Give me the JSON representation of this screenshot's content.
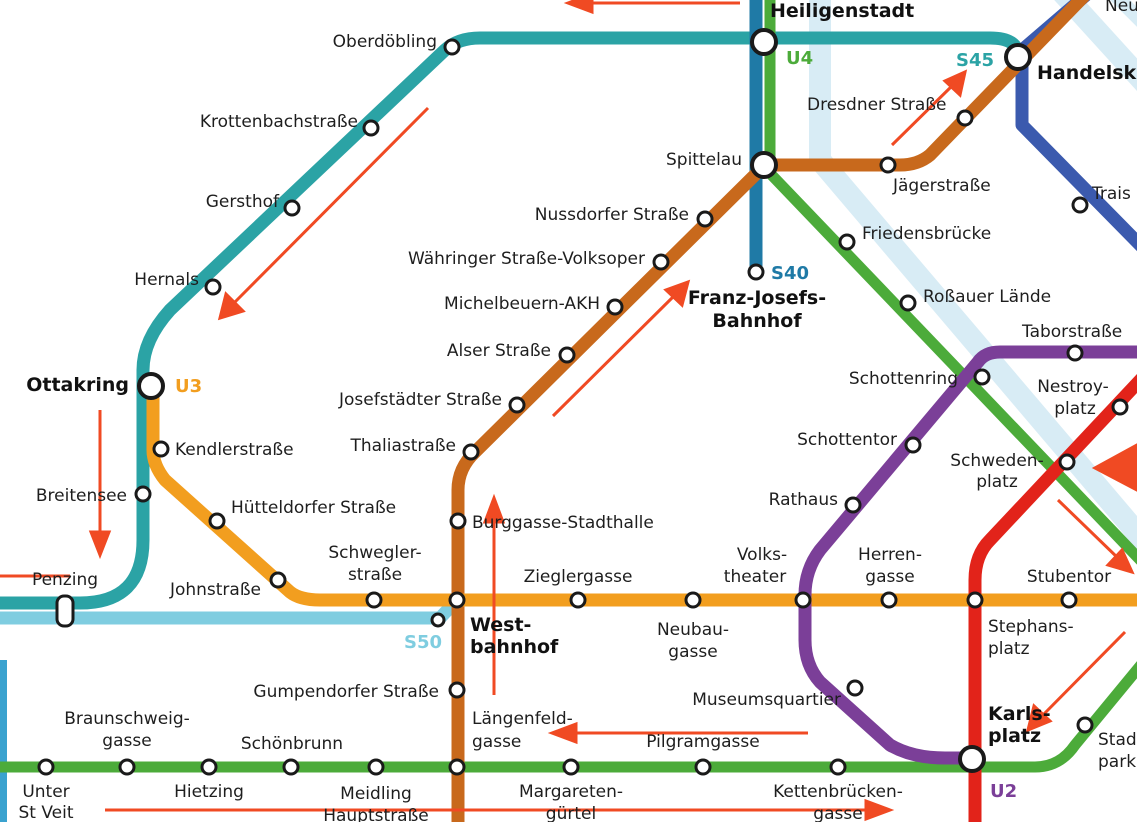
{
  "colors": {
    "u1": "#e2231a",
    "u2": "#7b3f98",
    "u3": "#f29e1f",
    "u4": "#4cab3a",
    "u6": "#c8691c",
    "s45": "#2ba3a5",
    "s40": "#1f7aa6",
    "s50": "#7fcde0",
    "blue_line": "#3b5aae",
    "river": "#d8ecf5",
    "arrow": "#f04a23"
  },
  "line_labels": {
    "u4": "U4",
    "u3": "U3",
    "s45": "S45",
    "s40": "S40",
    "s50": "S50",
    "u2": "U2"
  },
  "stations": {
    "heiligenstadt": "Heiligenstadt",
    "neu": "Neu",
    "handelskai": "Handelska",
    "oberdoebling": "Oberdöbling",
    "krottenbachstrasse": "Krottenbachstraße",
    "gersthof": "Gersthof",
    "hernals": "Hernals",
    "ottakring": "Ottakring",
    "kendlerstrasse": "Kendlerstraße",
    "breitensee": "Breitensee",
    "huetteldorfer": "Hütteldorfer Straße",
    "penzing": "Penzing",
    "johnstrasse": "Johnstraße",
    "schweglerstrasse": [
      "Schwegler-",
      "straße"
    ],
    "dresdner": "Dresdner Straße",
    "spittelau": "Spittelau",
    "jaegerstrasse": "Jägerstraße",
    "traisen": "Trais",
    "nussdorfer": "Nussdorfer Straße",
    "friedensbruecke": "Friedensbrücke",
    "waehringer": "Währinger Straße-Volksoper",
    "franz_josefs": [
      "Franz-Josefs-",
      "Bahnhof"
    ],
    "michelbeuern": "Michelbeuern-AKH",
    "rossauer": "Roßauer Lände",
    "alser": "Alser Straße",
    "taborstrasse": "Taborstraße",
    "schottenring": "Schottenring",
    "josefstaedter": "Josefstädter Straße",
    "nestroyplatz": [
      "Nestroy-",
      "platz"
    ],
    "thaliastrasse": "Thaliastraße",
    "schottentor": "Schottentor",
    "schwedenplatz": [
      "Schweden-",
      "platz"
    ],
    "rathaus": "Rathaus",
    "burggasse": "Burggasse-Stadthalle",
    "zieglergasse": "Zieglergasse",
    "volkstheater": [
      "Volks-",
      "theater"
    ],
    "herrengasse": [
      "Herren-",
      "gasse"
    ],
    "stubentor": "Stubentor",
    "westbahnhof": [
      "West-",
      "bahnhof"
    ],
    "neubaugasse": [
      "Neubau-",
      "gasse"
    ],
    "stephansplatz": [
      "Stephans-",
      "platz"
    ],
    "gumpendorfer": "Gumpendorfer Straße",
    "museumsquartier": "Museumsquartier",
    "karlsplatz": [
      "Karls-",
      "platz"
    ],
    "stadtpark": [
      "Stadt",
      "park"
    ],
    "braunschweiggasse": [
      "Braunschweig-",
      "gasse"
    ],
    "laengenfeldgasse": [
      "Längenfeld-",
      "gasse"
    ],
    "pilgramgasse": "Pilgramgasse",
    "schoenbrunn": "Schönbrunn",
    "unter_st_veit": [
      "Unter",
      "St Veit"
    ],
    "hietzing": "Hietzing",
    "meidling": [
      "Meidling",
      "Hauptstraße"
    ],
    "margaretenguertel": [
      "Margareten-",
      "gürtel"
    ],
    "kettenbrueckengasse": [
      "Kettenbrücken-",
      "gasse"
    ]
  }
}
